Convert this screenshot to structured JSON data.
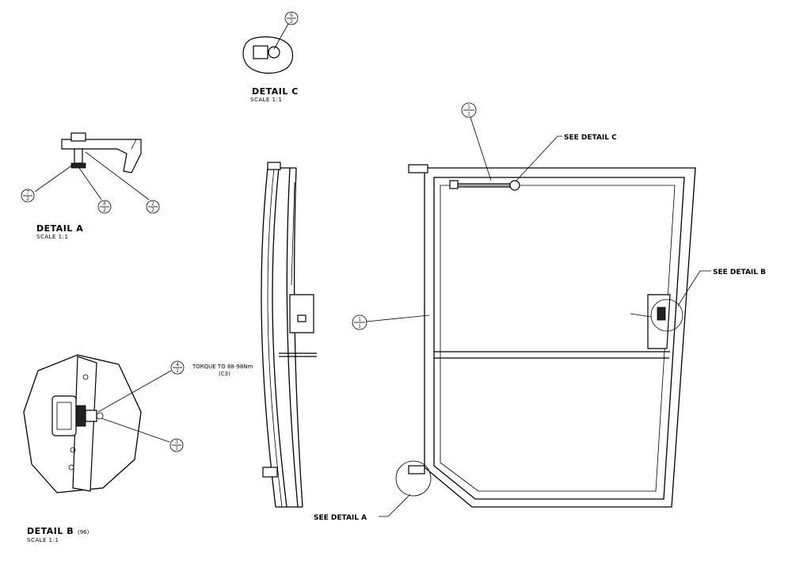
{
  "details": {
    "c": {
      "title": "DETAIL  C",
      "scale": "SCALE  1:1"
    },
    "a": {
      "title": "DETAIL  A",
      "scale": "SCALE  1:1"
    },
    "b": {
      "title": "DETAIL  B",
      "qty": "(96)",
      "scale": "SCALE  1:1"
    }
  },
  "callouts": {
    "see_c": "SEE DETAIL  C",
    "see_b": "SEE DETAIL  B",
    "see_a": "SEE DETAIL  A"
  },
  "torque_note": {
    "line1": "TORQUE TO 88-98Nm",
    "line2": "(C3)"
  },
  "balloons": [
    {
      "id": "c-6",
      "top": "6",
      "bottom": "2"
    },
    {
      "id": "a-7",
      "top": "7",
      "bottom": "2"
    },
    {
      "id": "a-8",
      "top": "8",
      "bottom": "2"
    },
    {
      "id": "a-2",
      "top": "2",
      "bottom": "2"
    },
    {
      "id": "b-4",
      "top": "4",
      "bottom": "1"
    },
    {
      "id": "b-3",
      "top": "3",
      "bottom": "1"
    },
    {
      "id": "main-1",
      "top": "1",
      "bottom": "1"
    },
    {
      "id": "main-5",
      "top": "5",
      "bottom": "1"
    }
  ]
}
